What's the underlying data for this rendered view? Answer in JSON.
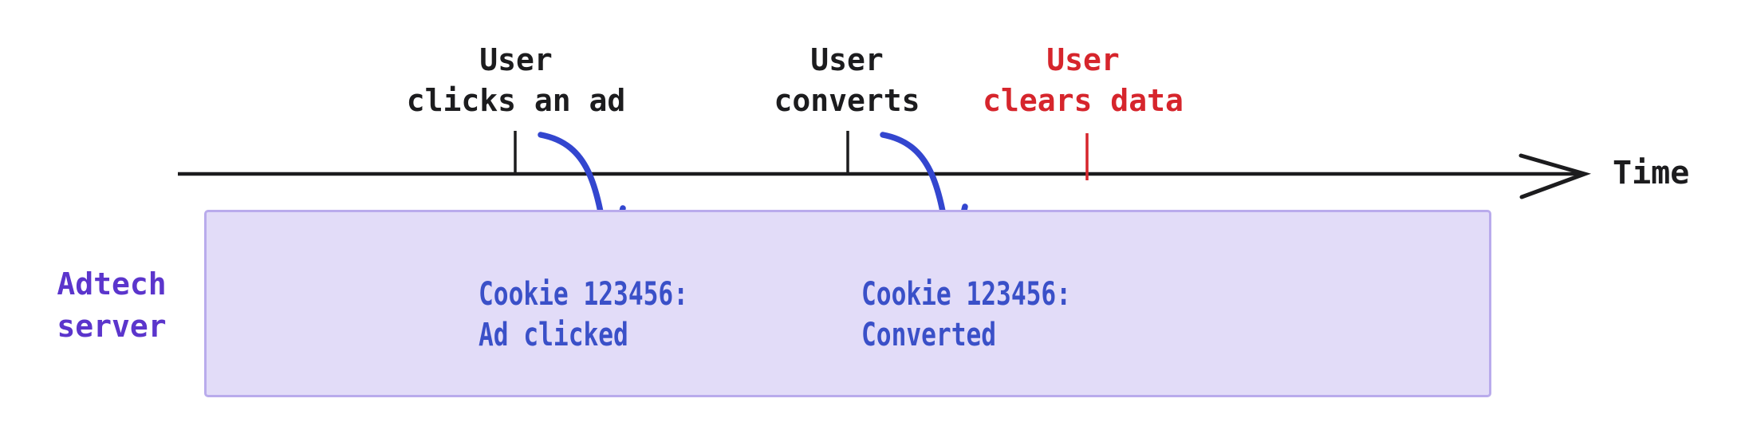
{
  "colors": {
    "background": "#ffffff",
    "ink": "#1c1c1e",
    "event_warning": "#d6252c",
    "cookie_blue": "#3a50c8",
    "arrow_blue": "#3346cf",
    "server_purple": "#5b35cc",
    "box_fill": "#e2dcf8",
    "box_border": "#b9abec"
  },
  "timeline": {
    "axis_label": "Time",
    "events": [
      {
        "id": "ad-click",
        "line1": "User",
        "line2": "clicks an ad",
        "color": "black"
      },
      {
        "id": "convert",
        "line1": "User",
        "line2": "converts",
        "color": "black"
      },
      {
        "id": "clear-data",
        "line1": "User",
        "line2": "clears data",
        "color": "red"
      }
    ]
  },
  "server_box": {
    "label_line1": "Adtech",
    "label_line2": "server",
    "records": [
      {
        "line1": "Cookie 123456:",
        "line2": "Ad clicked"
      },
      {
        "line1": "Cookie 123456:",
        "line2": "Converted"
      }
    ]
  }
}
